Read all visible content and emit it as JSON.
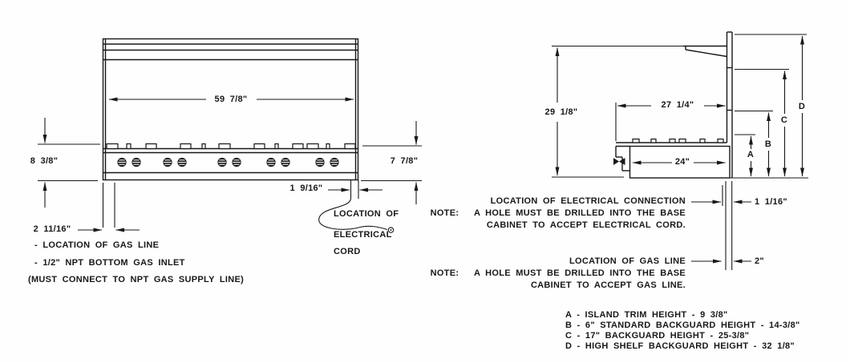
{
  "front_view": {
    "dim_width": "59 7/8\"",
    "dim_left_height": "8 3/8\"",
    "dim_right_height": "7 7/8\"",
    "dim_gas_offset": "2 11/16\"",
    "dim_cord_offset": "1 9/16\"",
    "gas_note_1": "- LOCATION OF GAS LINE",
    "gas_note_2": "- 1/2\" NPT BOTTOM GAS INLET",
    "gas_note_3": "(MUST CONNECT TO NPT GAS SUPPLY LINE)",
    "cord_line_1": "LOCATION OF",
    "cord_line_2": "ELECTRICAL",
    "cord_line_3": "CORD"
  },
  "side_view": {
    "dim_height": "29 1/8\"",
    "dim_back_width": "27 1/4\"",
    "dim_base_depth": "24\"",
    "dim_elec_offset": "1 1/16\"",
    "dim_gas_offset": "2\"",
    "ref_a": "A",
    "ref_b": "B",
    "ref_c": "C",
    "ref_d": "D",
    "elec_note_1": "LOCATION OF ELECTRICAL CONNECTION",
    "elec_note_2": "NOTE:   A HOLE MUST BE DRILLED INTO THE BASE",
    "elec_note_3": "CABINET TO ACCEPT ELECTRICAL CORD.",
    "gas_note_1": "LOCATION OF GAS LINE",
    "gas_note_2": "NOTE:   A HOLE MUST BE DRILLED INTO THE BASE",
    "gas_note_3": "CABINET TO ACCEPT GAS LINE."
  },
  "legend": {
    "a": "A - ISLAND TRIM HEIGHT - 9 3/8\"",
    "b": "B - 6\" STANDARD BACKGUARD HEIGHT - 14-3/8\"",
    "c": "C - 17\" BACKGUARD HEIGHT - 25-3/8\"",
    "d": "D - HIGH SHELF BACKGUARD HEIGHT - 32 1/8\""
  }
}
